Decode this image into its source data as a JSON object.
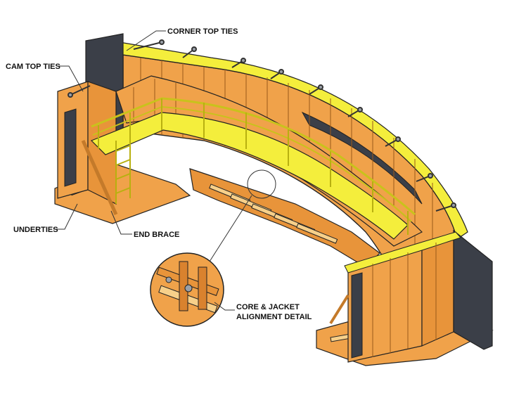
{
  "labels": {
    "corner_top_ties": "CORNER TOP TIES",
    "cam_top_ties": "CAM TOP TIES",
    "underties": "UNDERTIES",
    "end_brace": "END BRACE",
    "core_jacket_line1": "CORE & JACKET",
    "core_jacket_line2": "ALIGNMENT DETAIL"
  },
  "colors": {
    "form_orange": "#f0a24a",
    "form_orange_dark": "#d9822e",
    "rib_orange": "#e8943a",
    "walkway_yellow": "#f4ee3c",
    "rail_yellow": "#e6e02a",
    "steel_face": "#3b3f48",
    "steel_edge": "#5a5f6a",
    "outline": "#222222",
    "leader": "#333333"
  }
}
